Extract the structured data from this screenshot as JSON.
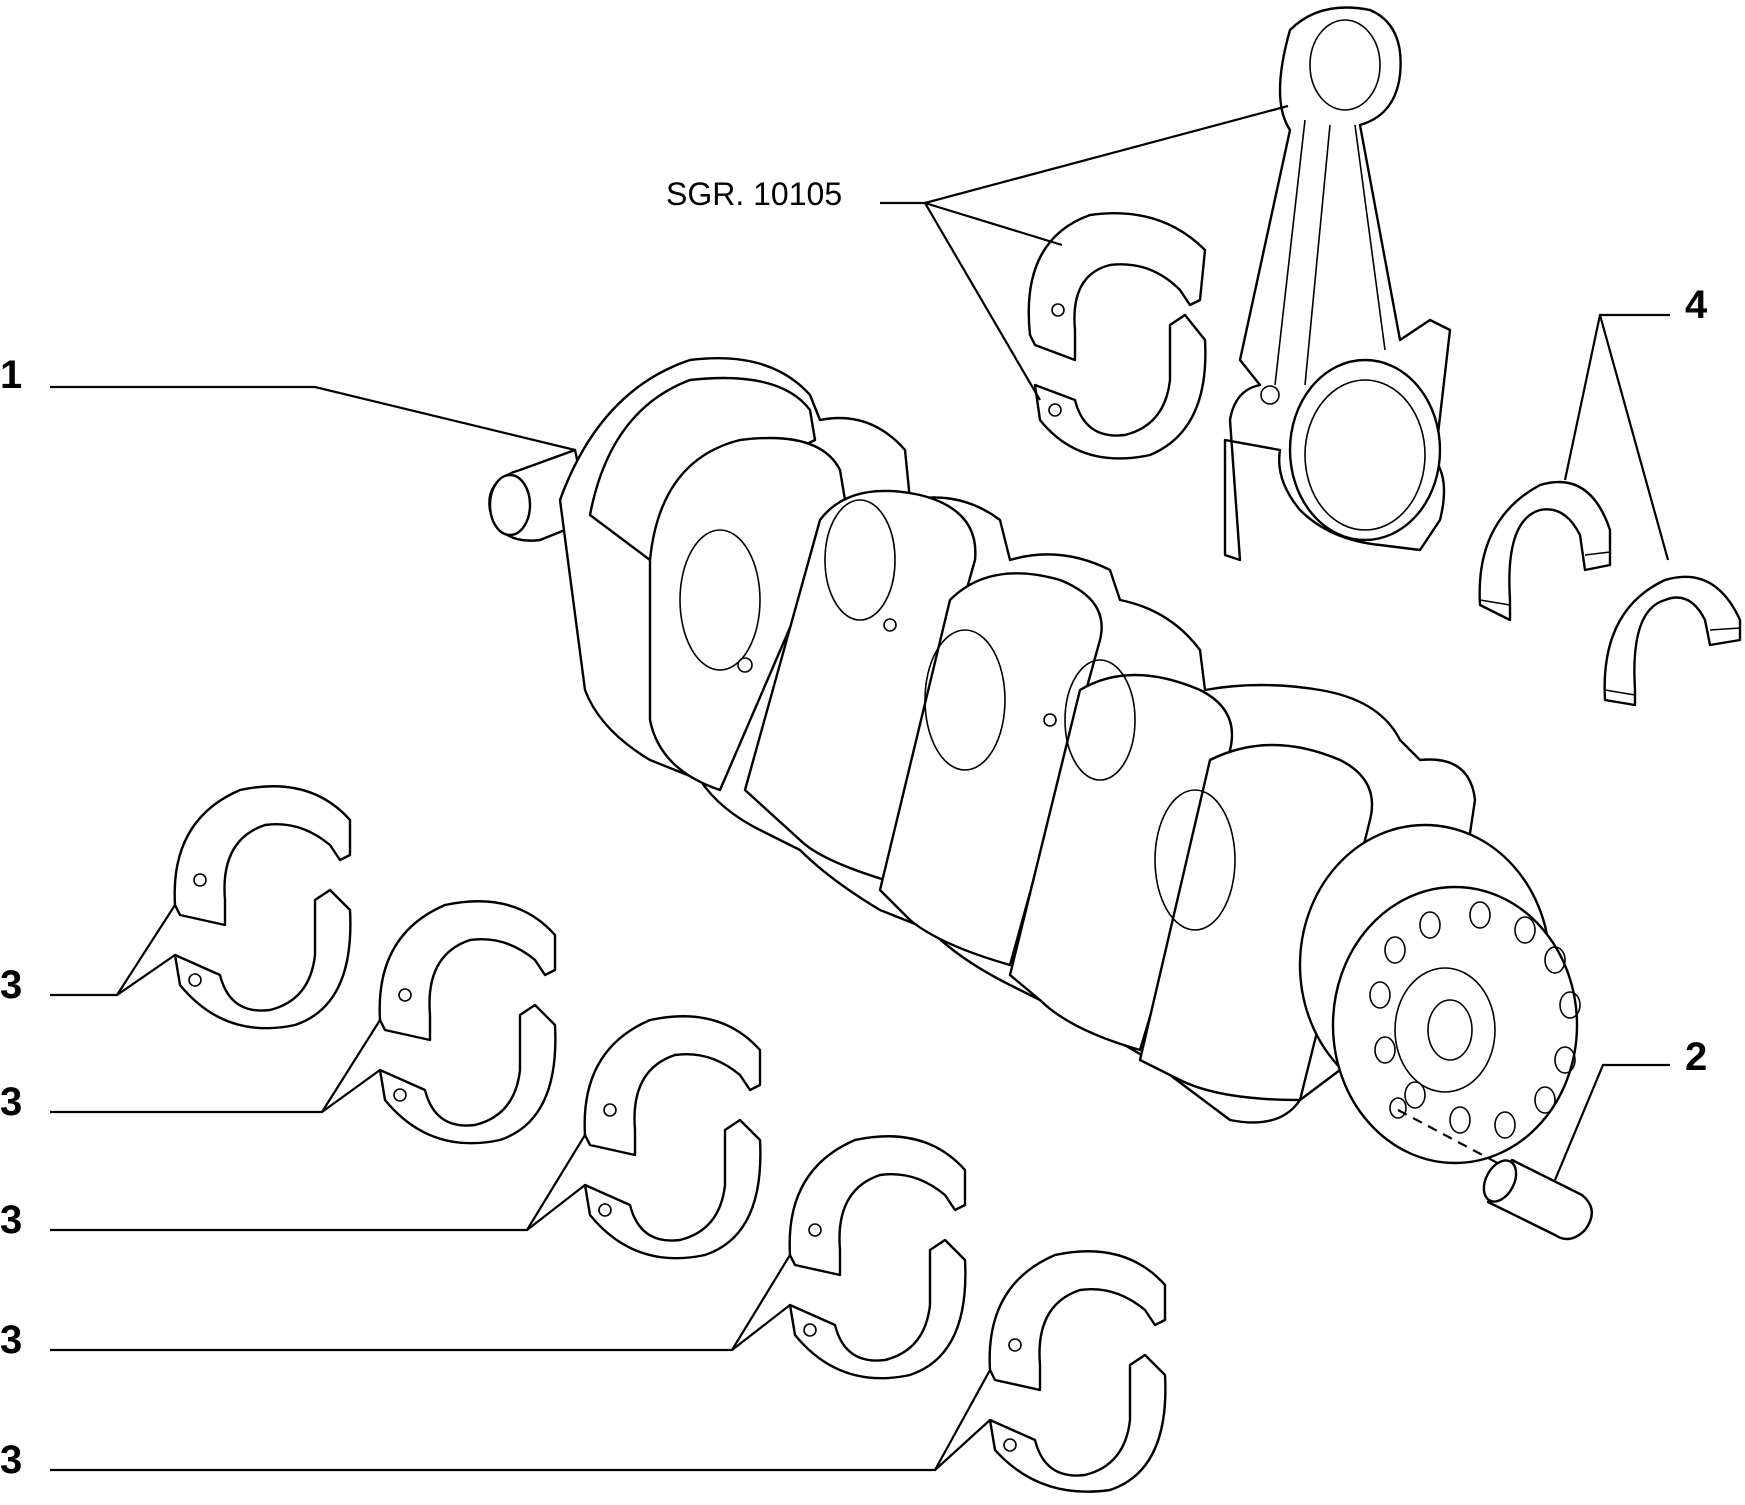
{
  "callouts": {
    "item1": "1",
    "item2": "2",
    "item3": [
      "3",
      "3",
      "3",
      "3",
      "3"
    ],
    "item4": "4",
    "ref_group": "SGR. 10105"
  }
}
